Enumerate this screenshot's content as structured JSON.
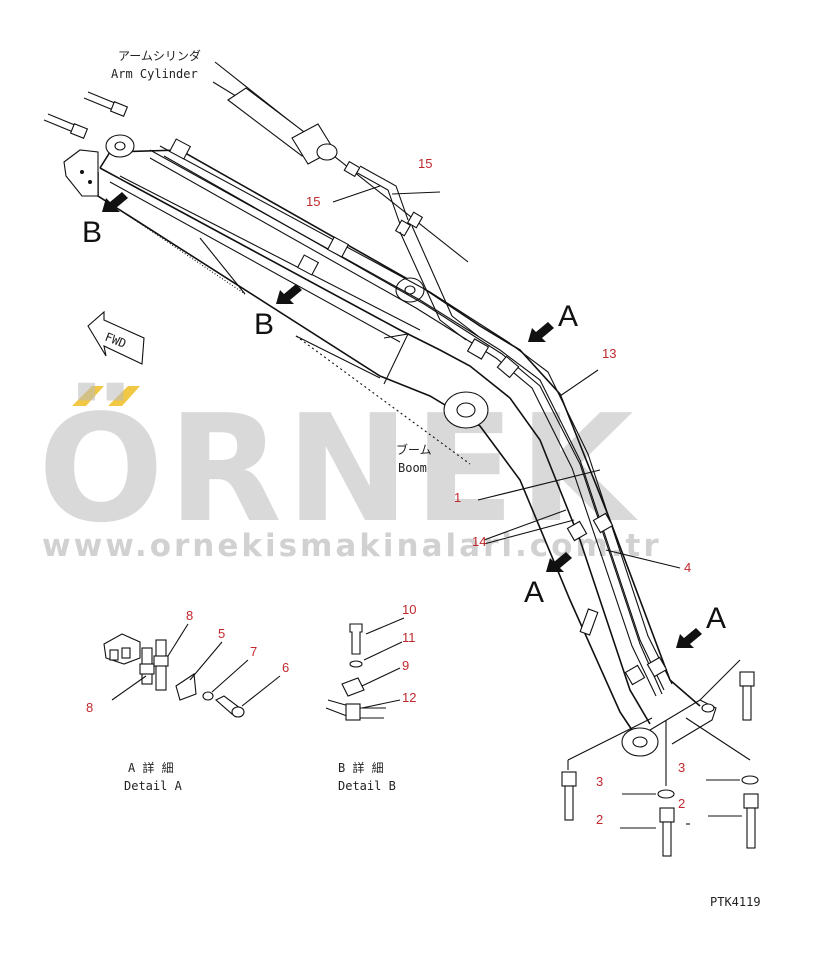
{
  "diagram": {
    "arm_cylinder_label_jp": "アームシリンダ",
    "arm_cylinder_label_en": "Arm Cylinder",
    "boom_label_jp": "ブーム",
    "boom_label_en": "Boom",
    "fwd_label": "FWD",
    "view_a": "A",
    "view_b": "B",
    "drawing_code": "PTK4119",
    "part_numbers": {
      "p1": "1",
      "p2": "2",
      "p3": "3",
      "p4": "4",
      "p5": "5",
      "p6": "6",
      "p7": "7",
      "p8": "8",
      "p9": "9",
      "p10": "10",
      "p11": "11",
      "p12": "12",
      "p13": "13",
      "p14": "14",
      "p15": "15"
    },
    "detail_a_jp": "A 詳 細",
    "detail_a_en": "Detail A",
    "detail_b_jp": "B 詳 細",
    "detail_b_en": "Detail B"
  },
  "watermark": {
    "brand": "ÖRNEK",
    "url": "www.ornekismakinalari.com.tr",
    "accent_color": "#f2c744"
  }
}
